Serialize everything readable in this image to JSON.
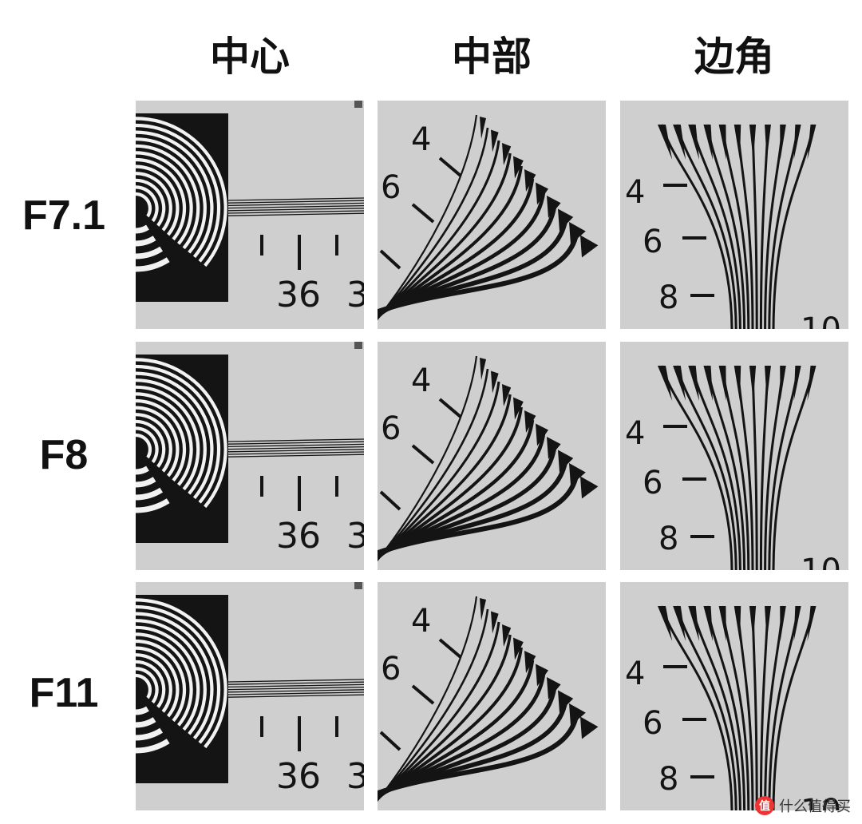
{
  "columns": [
    "中心",
    "中部",
    "边角"
  ],
  "rows": [
    "F7.1",
    "F8",
    "F11"
  ],
  "chart_marks": {
    "center_number": "36",
    "center_partial": "3",
    "middle_numbers": [
      "4",
      "6"
    ],
    "corner_numbers": [
      "4",
      "6",
      "8"
    ],
    "corner_partial": "10"
  },
  "watermark": {
    "icon_label": "值",
    "text": "什么值得买"
  },
  "colors": {
    "background": "#ffffff",
    "chart_gray": "#cfcfcf",
    "ink": "#141414"
  }
}
